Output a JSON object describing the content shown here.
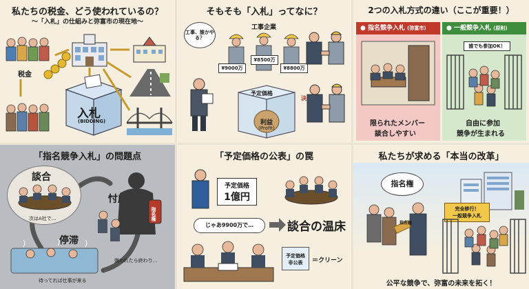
{
  "p1": {
    "title": "私たちの税金、どう使われているの？",
    "subtitle": "〜「入札」の仕組みと弥富市の現在地〜",
    "tax_label": "税金",
    "box_title": "入札",
    "box_sub": "(BIDDING)"
  },
  "p2": {
    "title": "そもそも「入札」ってなに？",
    "bubble": "工事、誰かやる？",
    "companies_label": "工事企業",
    "bid1": "¥9000万",
    "bid2": "¥8500万",
    "bid3": "¥8800万",
    "box_label": "予定価格",
    "bag_label": "利益",
    "bag_sub": "(Profit)",
    "decided": "決定"
  },
  "p3": {
    "title": "2つの入札方式の違い（ここが重要！）",
    "left_header": "指名競争入札",
    "left_header_sub": "(弥富市)",
    "right_header": "一般競争入札",
    "right_header_sub": "(原則)",
    "sign": "誰でも参加OK！",
    "left_caption_1": "限られたメンバー",
    "left_caption_2": "談合しやすい",
    "right_caption_1": "自由に参加",
    "right_caption_2": "競争が生まれる"
  },
  "p4": {
    "title": "「指名競争入札」の問題点",
    "dango": "談合",
    "dango_caption": "次はA社で…",
    "sontaku": "忖度",
    "seal": "指名権",
    "sontaku_caption": "嫌われたら終わり…",
    "teitai": "停滞",
    "teitai_caption": "待ってれば仕事が来る"
  },
  "p5": {
    "title": "「予定価格の公表」の罠",
    "sign_1": "予定価格",
    "sign_2": "1億円",
    "speech": "じゃあ9900万で…",
    "hotbed": "談合の温床",
    "box_1": "予定価格",
    "box_2": "非公表",
    "equals": "＝クリーン"
  },
  "p6": {
    "title": "私たちが求める「本当の改革」",
    "bubble": "指名権",
    "key": "指名権",
    "sign_1": "完全移行！",
    "sign_2": "一般競争入札",
    "footer": "公平な競争で、弥富の未来を拓く！"
  }
}
